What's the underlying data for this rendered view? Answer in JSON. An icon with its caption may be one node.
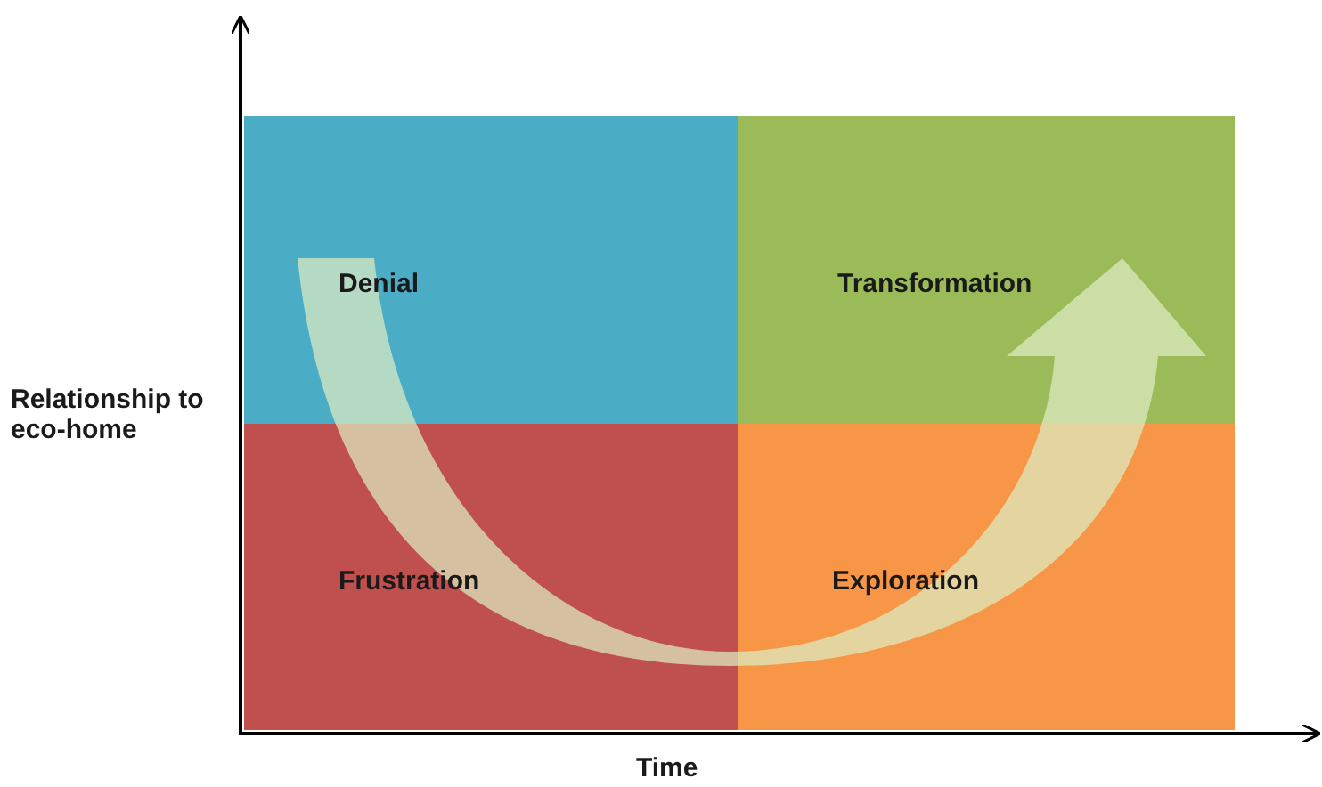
{
  "diagram": {
    "nodes": [
      {
        "text": [
          "Denial"
        ]
      },
      {
        "text": [
          "Transformation"
        ]
      },
      {
        "text": [
          "Frustration"
        ]
      },
      {
        "text": [
          "Exploration"
        ]
      }
    ],
    "labels": [
      "Relationship to eco-home",
      "Time"
    ]
  }
}
